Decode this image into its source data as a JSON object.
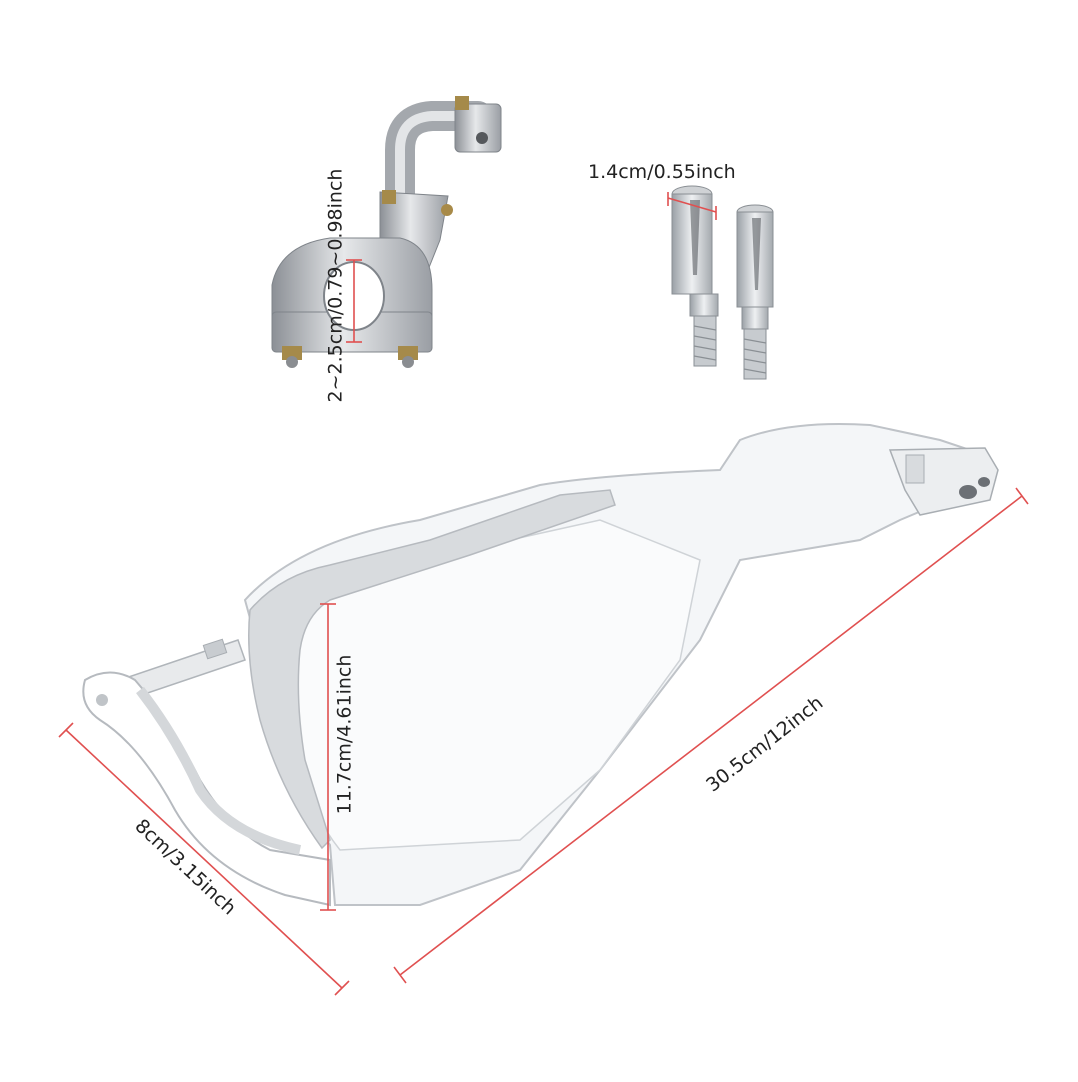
{
  "labels": {
    "clamp_diameter": "2~2.5cm/0.79~0.98inch",
    "bolt_diameter": "1.4cm/0.55inch",
    "guard_height": "11.7cm/4.61inch",
    "guard_length": "30.5cm/12inch",
    "guard_width": "8cm/3.15inch"
  },
  "colors": {
    "dimension_line": "#e05050",
    "text": "#222222",
    "metal": "#b9bcc0",
    "metal_dark": "#8c9096",
    "guard_outline": "#bfc3c8",
    "guard_fill": "#f4f6f8"
  }
}
